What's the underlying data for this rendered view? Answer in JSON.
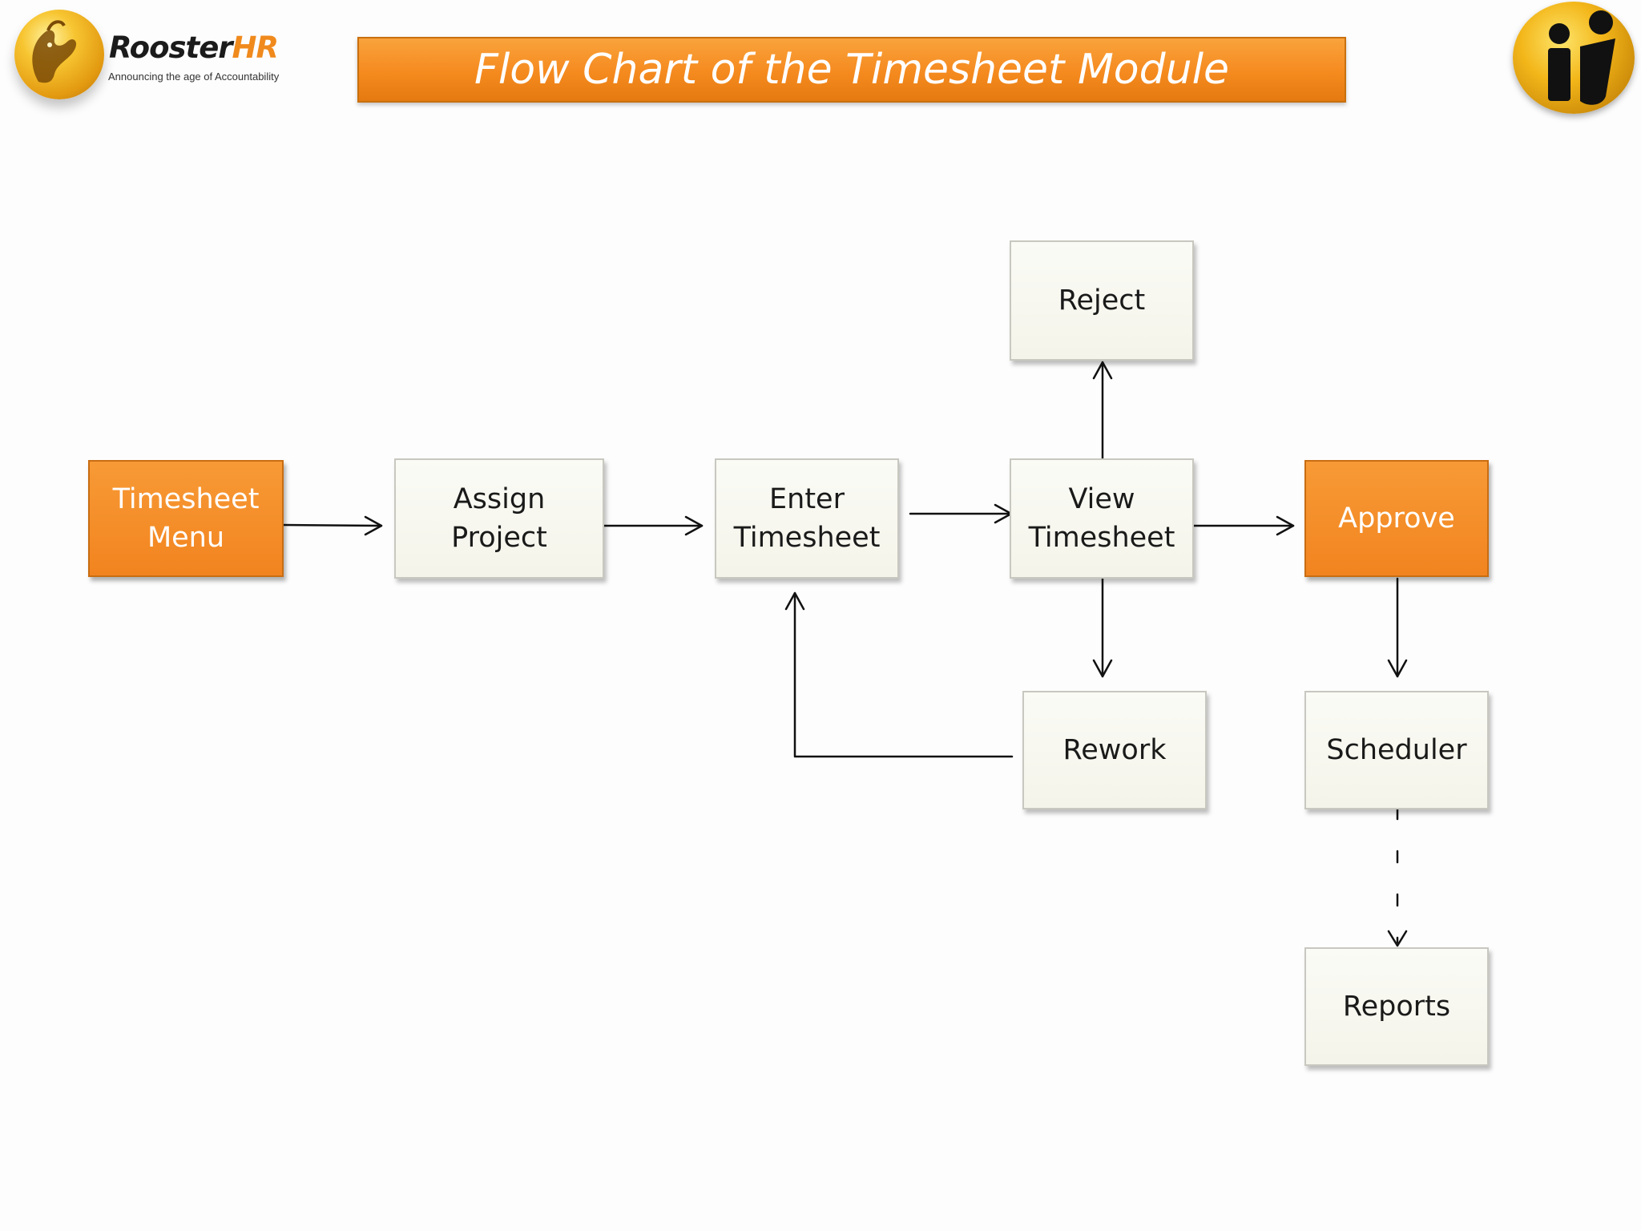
{
  "header": {
    "brand_name_primary": "Rooster",
    "brand_name_accent": "HR",
    "brand_tagline": "Announcing the age of Accountability",
    "title": "Flow Chart of the Timesheet Module",
    "right_logo_icon": "info-person-icon",
    "left_logo_icon": "rooster-icon"
  },
  "colors": {
    "accent_orange": "#f58a1f",
    "node_fill": "#f6f6ee",
    "line": "#111111"
  },
  "nodes": {
    "timesheet_menu": "Timesheet\nMenu",
    "assign_project": "Assign\nProject",
    "enter_timesheet": "Enter\nTimesheet",
    "view_timesheet": "View\nTimesheet",
    "approve": "Approve",
    "reject": "Reject",
    "rework": "Rework",
    "scheduler": "Scheduler",
    "reports": "Reports"
  },
  "edges": [
    {
      "from": "Timesheet Menu",
      "to": "Assign Project",
      "style": "solid"
    },
    {
      "from": "Assign Project",
      "to": "Enter Timesheet",
      "style": "solid"
    },
    {
      "from": "Enter Timesheet",
      "to": "View Timesheet",
      "style": "solid"
    },
    {
      "from": "View Timesheet",
      "to": "Approve",
      "style": "solid"
    },
    {
      "from": "View Timesheet",
      "to": "Reject",
      "style": "solid"
    },
    {
      "from": "View Timesheet",
      "to": "Rework",
      "style": "solid"
    },
    {
      "from": "Rework",
      "to": "Enter Timesheet",
      "style": "solid"
    },
    {
      "from": "Approve",
      "to": "Scheduler",
      "style": "solid"
    },
    {
      "from": "Scheduler",
      "to": "Reports",
      "style": "dashed"
    }
  ]
}
